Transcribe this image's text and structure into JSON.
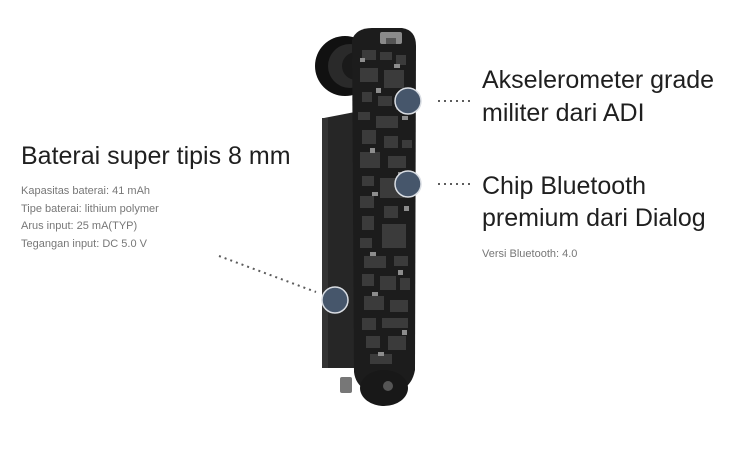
{
  "battery": {
    "title": "Baterai super tipis 8 mm",
    "specs": [
      "Kapasitas baterai: 41 mAh",
      "Tipe baterai: lithium polymer",
      "Arus input: 25 mA(TYP)",
      "Tegangan input: DC 5.0 V"
    ]
  },
  "accelerometer": {
    "title_line1": "Akselerometer grade",
    "title_line2": "militer dari ADI"
  },
  "bluetooth": {
    "title_line1": "Chip Bluetooth",
    "title_line2": "premium dari Dialog",
    "spec": "Versi Bluetooth: 4.0"
  },
  "colors": {
    "background": "#ffffff",
    "hotspot_fill": "#46566b",
    "pcb": "#1c1c1c",
    "battery": "#262626"
  }
}
